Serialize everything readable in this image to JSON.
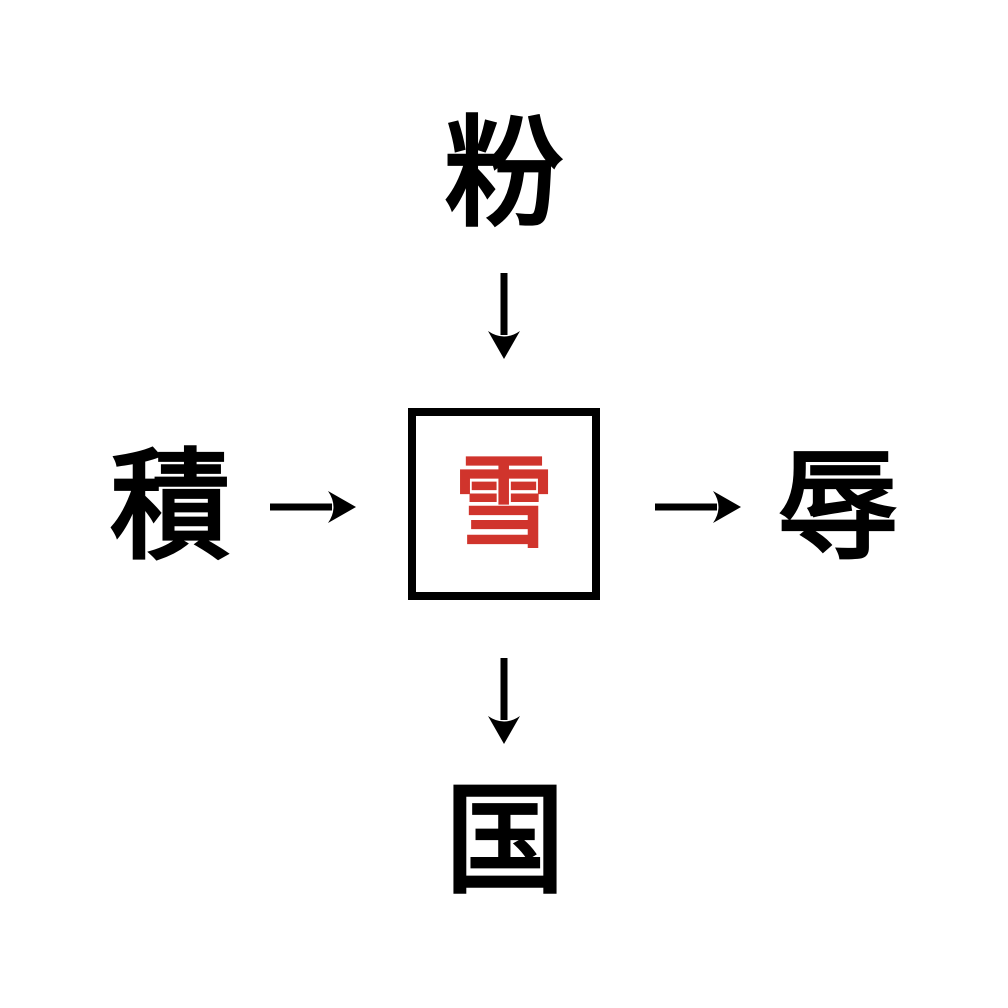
{
  "puzzle": {
    "top_kanji": "粉",
    "left_kanji": "積",
    "center_kanji": "雪",
    "right_kanji": "辱",
    "bottom_kanji": "国",
    "arrows": [
      {
        "name": "top-to-center",
        "direction": "down"
      },
      {
        "name": "left-to-center",
        "direction": "right"
      },
      {
        "name": "center-to-right",
        "direction": "right"
      },
      {
        "name": "center-to-bottom",
        "direction": "down"
      }
    ]
  },
  "colors": {
    "background": "#ffffff",
    "kanji": "#000000",
    "center_kanji": "#d0342c",
    "box_border": "#000000",
    "arrow": "#000000"
  }
}
